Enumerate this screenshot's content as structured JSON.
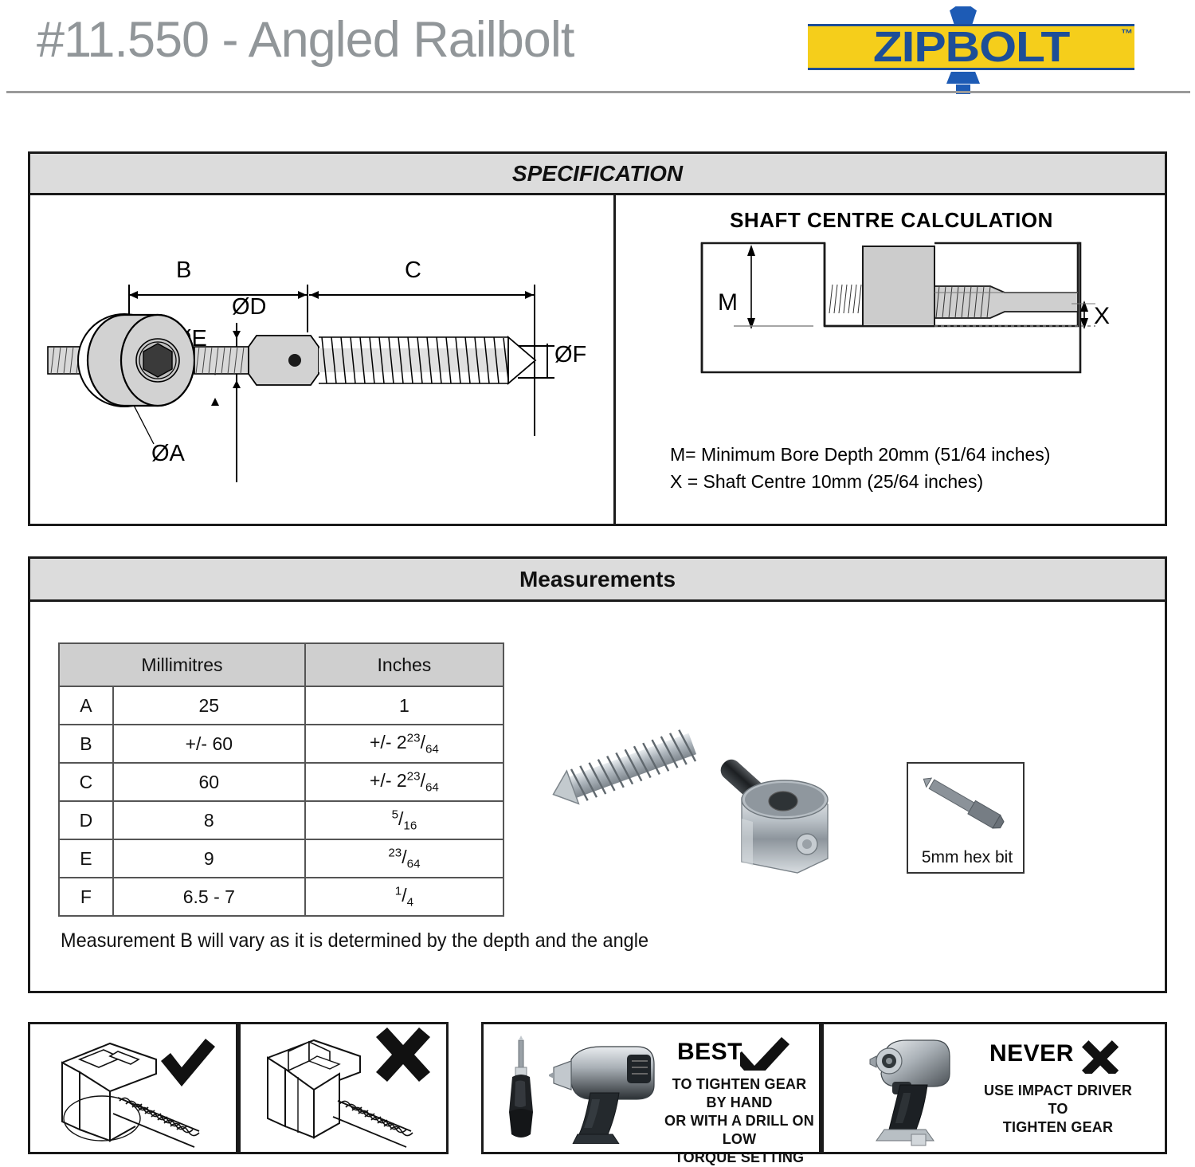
{
  "header": {
    "title": "#11.550 - Angled Railbolt",
    "logo_text": "ZIPBOLT",
    "logo_tm": "™",
    "brand_yellow": "#f5ce1b",
    "brand_blue": "#1d4e97",
    "title_color": "#919699"
  },
  "specification": {
    "heading": "SPECIFICATION",
    "drawing_labels": {
      "b": "B",
      "c": "C",
      "d": "ØD",
      "e": "ØE",
      "a": "ØA",
      "f": "ØF"
    },
    "shaft_centre": {
      "heading": "SHAFT CENTRE CALCULATION",
      "label_m": "M",
      "label_x": "X",
      "notes": [
        "M= Minimum Bore Depth 20mm (51/64 inches)",
        "X = Shaft Centre 10mm (25/64 inches)"
      ]
    }
  },
  "measurements": {
    "heading": "Measurements",
    "columns": [
      "",
      "Millimitres",
      "Inches"
    ],
    "rows": [
      {
        "label": "A",
        "mm": "25",
        "in_whole": "",
        "in_num": "",
        "in_den": "",
        "in_plain": "1"
      },
      {
        "label": "B",
        "mm": "+/- 60",
        "in_whole": "+/- 2",
        "in_num": "23",
        "in_den": "64",
        "in_plain": ""
      },
      {
        "label": "C",
        "mm": "60",
        "in_whole": "+/- 2",
        "in_num": "23",
        "in_den": "64",
        "in_plain": ""
      },
      {
        "label": "D",
        "mm": "8",
        "in_whole": "",
        "in_num": "5",
        "in_den": "16",
        "in_plain": ""
      },
      {
        "label": "E",
        "mm": "9",
        "in_whole": "",
        "in_num": "23",
        "in_den": "64",
        "in_plain": ""
      },
      {
        "label": "F",
        "mm": "6.5 - 7",
        "in_whole": "",
        "in_num": "1",
        "in_den": "4",
        "in_plain": ""
      }
    ],
    "note": "Measurement B will vary as it is determined by the depth and the angle",
    "hex_bit_label": "5mm hex bit"
  },
  "guidance": {
    "orientation_correct_mark": "check",
    "orientation_wrong_mark": "cross",
    "best": {
      "word": "BEST",
      "mark": "check",
      "caption": "TO TIGHTEN GEAR BY HAND\nOR WITH A DRILL ON LOW\nTORQUE SETTING"
    },
    "never": {
      "word": "NEVER",
      "mark": "cross",
      "caption": "USE IMPACT DRIVER TO\nTIGHTEN GEAR"
    }
  }
}
